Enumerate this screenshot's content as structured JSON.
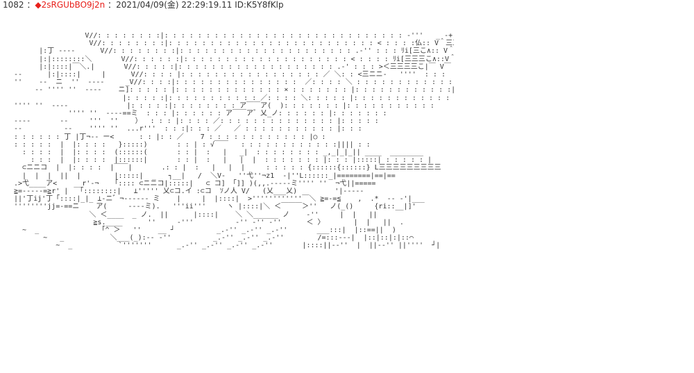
{
  "post": {
    "number": "1082",
    "separator1": "：",
    "name": "◆2sRGUbBO9j2n",
    "separator2": "：",
    "datetime": "2021/04/09(金) 22:29:19.11",
    "id": "ID:K5Y8fKlp"
  },
  "colors": {
    "name_red": "#e8201b",
    "text": "#333333",
    "background": "#ffffff"
  },
  "aa_lines": [
    "                  V//: : : : : : : :|: : : : : : : : : : : : : : : : : : : : : : : : : : : : : -'''   _ -+''＾三三三",
    "                   V//: : : : : : : :|: : : : : : : : : : : : : : : : : : : : : : : : : < : : : :仏:: V＾三三",
    "       |:丁 ----      V//: : : : : : : :|: : : : : : : : : : : : : : : : : : : : : .-'' : : : ﾘi[三こ∧:: V＾三三",
    "       |:|::::::::＼       V//: : : : : :|: : : : : : : : : : : : : : : : : : : : < : : : : ﾘi[三三三こ∧::V＾三",
    "       |:|::::|￣＼.|       V//: : : : :|: : : : : : : : : : : : : : : : : : : .-' : : : >＜三三三三こ|￣ V￣",
    " --      |:|::::|     |      V//: : : : |: : : : : : : : : : : : : : : : : ／ ＼: : <三ニニ-   ''''  : : :  L___」",
    " ''    --  ニ  ''  ----     _V//: : : :|: : : : : : : : : : : : : : :  ／: : : : ＼ : : : : : : : : : : : :|",
    "      -- '''' ''  ----    ニ]: : : : : |: : : : : : : : : : : : : × : : : : : : : |: : : : : : : : : : : :|",
    "                           |: : : : :|: : : : : : : : : : : ／: : : : ＼: : : : : |: : : : : : : : : : : :",
    " '''' ''  ----              |: : : : :|: : : : : : : : ア￣￣ア(  ): : : : : : : |: : : : : : : : : : :",
    "              '''' ''  ----==ミ  : : : |: : : : : : ア￣￣ア゛乂_ノ: : : : : : |: : : : : : :",
    " ----       --     '''  ''    ）  : : : |: : : : ／: : : : : : : : : : : : : : |: : : : :",
    " --          --    '''' ''  ...r'''  : : :|: : : ／   ／ : : : : : : : : : : : |: : :",
    " : : : : : : 丁 |丁¬-- ー<      : : |: : ／    7 : : : : : : : : : : : : |○ :",
    " : : : : :  |  |: : : :   }:::::)       : : | : √￣￣   : : : : : : : : : : : :|||| : :",
    "   : : : :  |  |: : : :  (::::::(       : : |  :   |   _|  : : : : : : : : _,_|_|_|| ____  ________",
    "     : : :  |  |: : : :  |::::::|       : : |  :   |   |  |  : : : : : : : |: : : |:::::| : : : : : |",
    "   ⊂ニニコ  |  |: : : :  |￣￣|       .: : |  :   |   |  |     : : : : : {::::::{::::::} L三三三三三三三三三",
    "   |  |  |  ||  |        |:::::|  _   ┐__|   /  ＼V-   ''弋''¬z1  -|''L::::::_|========|==|==",
    " .>弋____ア<    __r'-¬   「:::: ⊂ニニコ|:::::|   ⊂ コ] 「]] )(,,.-----ミ'''' ''  ¬弋||=====",
    " ≧=-----=≧r' |  「::::::::|   ⊥''''' 乂⊂コ.イ :⊂コ  ｿノ人 V/   (乂___乂)         '|-----",
    " ||'丁ij'丁「::::|_|_ ⊥-ニ゛¬------ ミ    |     |  |::::|  >''''''''''''￣＼ ≧=-=≦    ,  .*  -- -'|___",
    " ''''''''jj=-==ニ    ア(     ----ミ).   '''ii'''     ヽ |::::|＼ ＜￣￣￣＞''   ノ(_()     {ri::__|]'",
    "                   ＼ ＜____  _ ノ.  ||      |::::|    ＼ ＼______ ノ    ‐''     |  |   ||",
    "                    ≧s.____      ''     -'''          -'' -'' -''      ＜ 〉       |  |   ||  .",
    "   ~  _               ｢^ ＞   ''    __ ┘          _.-'' _.-'' _.-''       ___:::|  |::==||  )",
    "        ~   _           ＼___(_):-- -''          _.-'' _.-'' _.-''        /=:::---|  |::|::|:|::⌒",
    "           ~  _           `'''''''      _.-'' _.-'' _.-'' _.-''       |::::||--''  |  ||--'' ||''''  ┘|"
  ]
}
